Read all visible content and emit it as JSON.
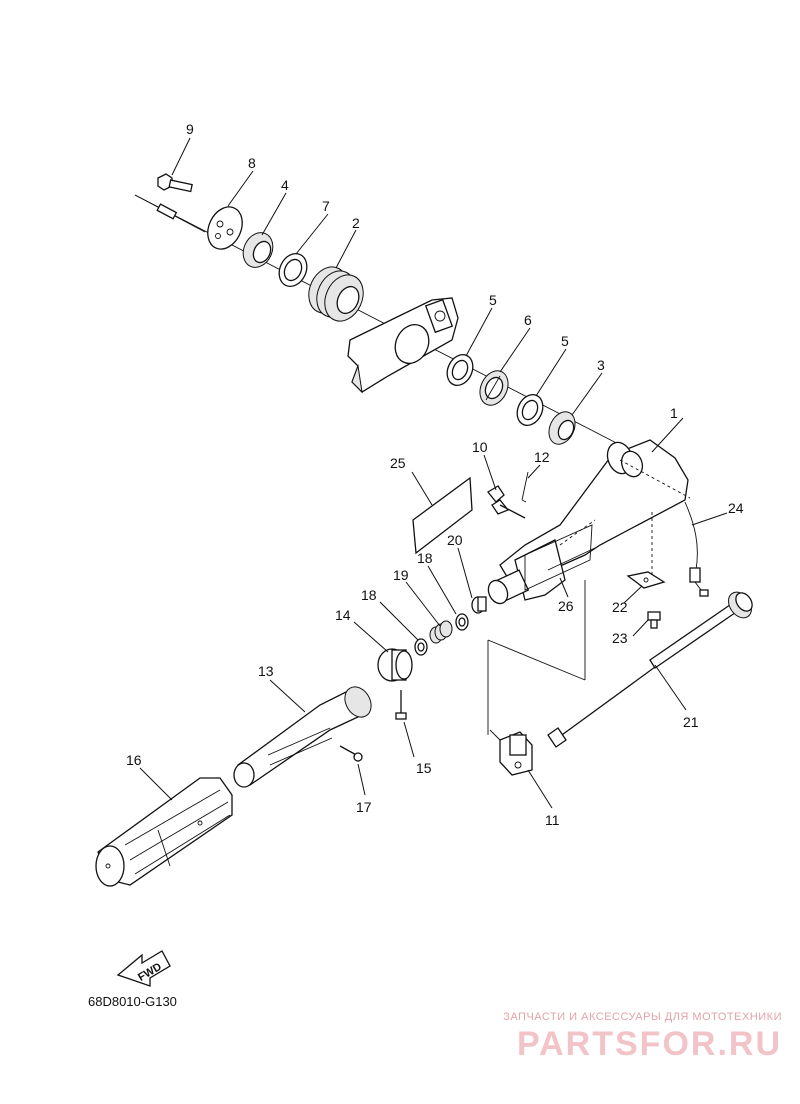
{
  "callouts": [
    "1",
    "2",
    "3",
    "4",
    "5",
    "5",
    "6",
    "7",
    "8",
    "9",
    "10",
    "11",
    "12",
    "13",
    "14",
    "15",
    "16",
    "17",
    "18",
    "18",
    "19",
    "20",
    "21",
    "22",
    "23",
    "24",
    "25",
    "26"
  ],
  "fwd_label": "FWD",
  "diagram_code": "68D8010-G130",
  "watermark": {
    "line1": "ЗАПЧАСТИ И АКСЕССУАРЫ ДЛЯ МОТОТЕХНИКИ",
    "line2": "PARTSFOR.RU"
  }
}
